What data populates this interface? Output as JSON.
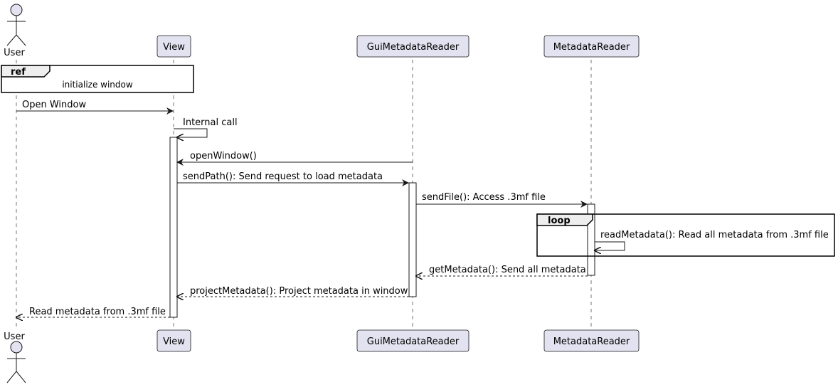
{
  "diagram": {
    "type": "sequence",
    "colors": {
      "participant_fill": "#E2E2F0",
      "participant_border": "#181818",
      "frame_header_fill": "#EEEEEE",
      "activation_fill": "#FFFFFF",
      "line": "#181818"
    },
    "participants": {
      "user": "User",
      "view": "View",
      "gui": "GuiMetadataReader",
      "reader": "MetadataReader"
    },
    "ref": {
      "keyword": "ref",
      "text": "initialize window"
    },
    "loop": {
      "keyword": "loop"
    },
    "messages": {
      "open_window": "Open Window",
      "internal_call": "Internal call",
      "open_window_call": "openWindow()",
      "send_path": "sendPath(): Send request to load metadata",
      "send_file": "sendFile(): Access .3mf file",
      "read_metadata": "readMetadata(): Read all metadata from .3mf file",
      "get_metadata": "getMetadata(): Send all metadata",
      "project_metadata": "projectMetadata(): Project metadata in window",
      "read_result": "Read metadata from .3mf file"
    }
  }
}
